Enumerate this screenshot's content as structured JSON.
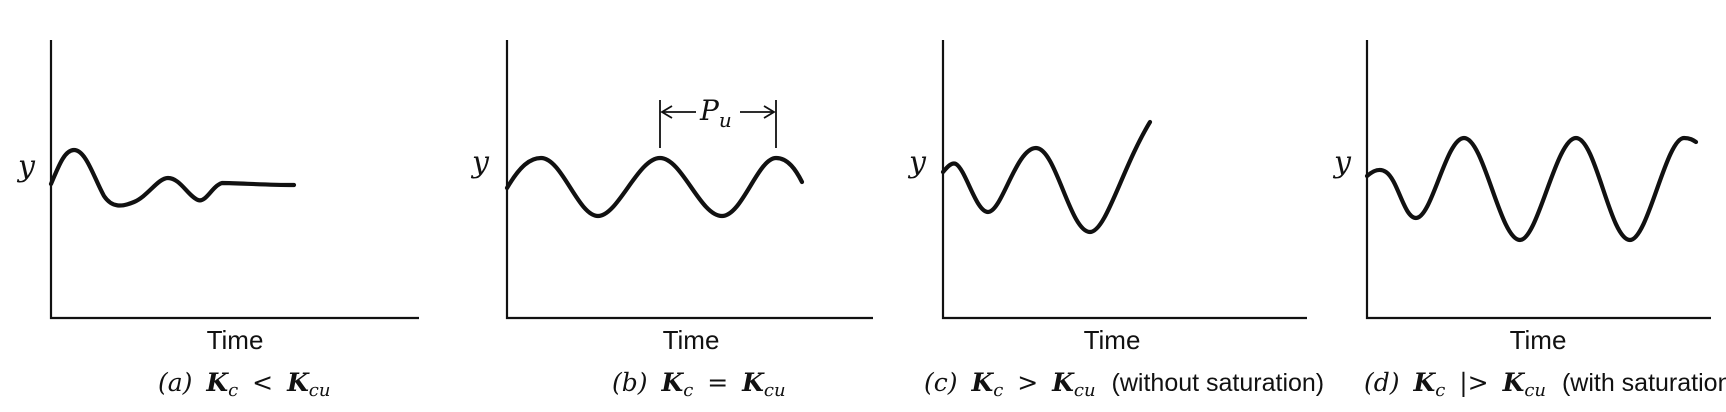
{
  "panels": [
    {
      "id": "a",
      "ylabel": "y",
      "xlabel": "Time",
      "caption": {
        "letter": "(a)",
        "lhs": "K",
        "lhs_sub": "c",
        "op": "<",
        "rhs": "K",
        "rhs_sub": "cu",
        "note": ""
      }
    },
    {
      "id": "b",
      "ylabel": "y",
      "xlabel": "Time",
      "period_label": "P",
      "period_sub": "u",
      "caption": {
        "letter": "(b)",
        "lhs": "K",
        "lhs_sub": "c",
        "op": "=",
        "rhs": "K",
        "rhs_sub": "cu",
        "note": ""
      }
    },
    {
      "id": "c",
      "ylabel": "y",
      "xlabel": "Time",
      "caption": {
        "letter": "(c)",
        "lhs": "K",
        "lhs_sub": "c",
        "op": ">",
        "rhs": "K",
        "rhs_sub": "cu",
        "note": "(without saturation)"
      }
    },
    {
      "id": "d",
      "ylabel": "y",
      "xlabel": "Time",
      "caption": {
        "letter": "(d)",
        "lhs": "K",
        "lhs_sub": "c",
        "op": "|>",
        "rhs": "K",
        "rhs_sub": "cu",
        "note": "(with saturation)"
      }
    }
  ]
}
